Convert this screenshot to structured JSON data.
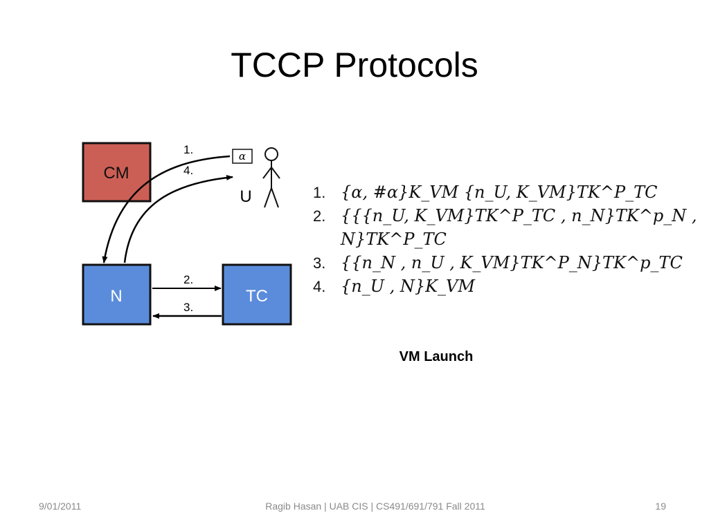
{
  "slide": {
    "title": "TCCP Protocols",
    "caption": "VM Launch"
  },
  "diagram": {
    "nodes": {
      "cm": {
        "label": "CM",
        "color": "#cc5f55"
      },
      "n": {
        "label": "N",
        "color": "#5b8cdb"
      },
      "tc": {
        "label": "TC",
        "color": "#5b8cdb"
      },
      "user": {
        "label": "U",
        "token": "α"
      }
    },
    "steps": [
      "1.",
      "4.",
      "2.",
      "3."
    ]
  },
  "formulas": {
    "numbers": [
      "1.",
      "2.",
      "3.",
      "4."
    ],
    "line1": "{α, #α}K_VM {n_U, K_VM}TK^P_TC",
    "line2": "{{{n_U, K_VM}TK^P_TC , n_N}TK^p_N ,",
    "line2b": "N}TK^P_TC",
    "line3": "{{n_N , n_U , K_VM}TK^P_N}TK^p_TC",
    "line4": "{n_U , N}K_VM"
  },
  "footer": {
    "date": "9/01/2011",
    "center": "Ragib Hasan | UAB CIS | CS491/691/791 Fall 2011",
    "page": "19"
  }
}
